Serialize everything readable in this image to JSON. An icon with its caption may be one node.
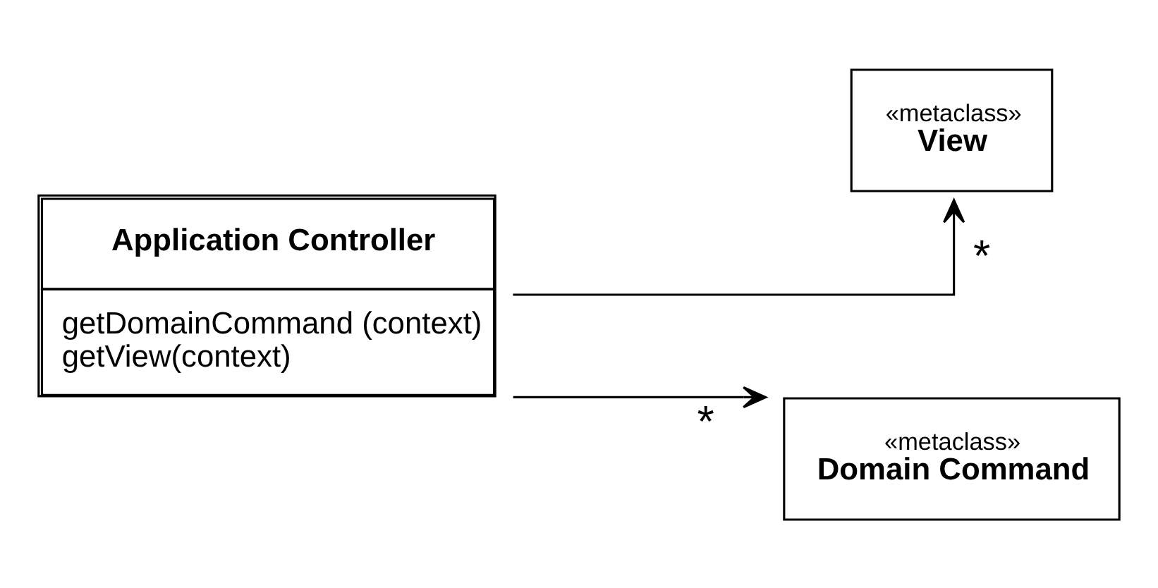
{
  "diagram": {
    "nodes": [
      {
        "text": [
          "Application Controller",
          "getDomainCommand (context)",
          "getView(context)"
        ]
      },
      {
        "text": [
          "«metaclass»",
          "View"
        ]
      },
      {
        "text": [
          "«metaclass»",
          "Domain Command"
        ]
      }
    ],
    "edges": [
      {
        "from": 0,
        "to": 1,
        "arrow": "to",
        "label": "*"
      },
      {
        "from": 0,
        "to": 2,
        "arrow": "to",
        "label": "*"
      }
    ]
  }
}
